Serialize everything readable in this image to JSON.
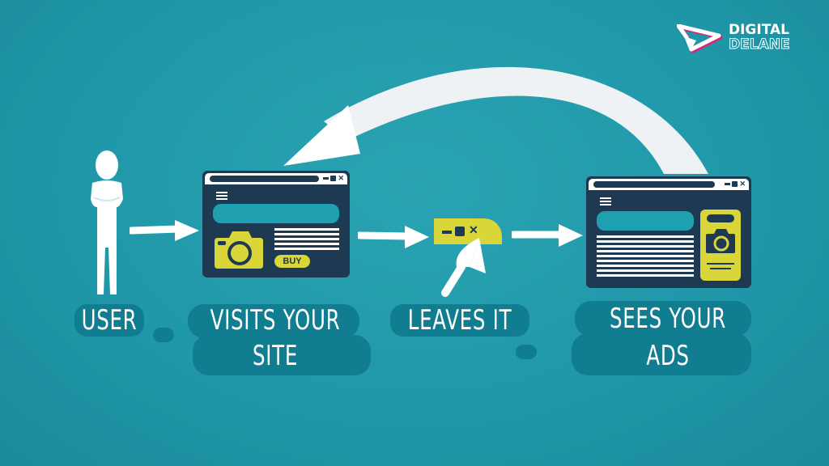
{
  "brand": {
    "line1": "DIGITAL",
    "line2": "DELANE",
    "logo_icon": "play-triangle-logo-icon"
  },
  "colors": {
    "background": "#1f97a8",
    "navy": "#1d3a52",
    "yellow": "#d9d63a",
    "label_bg": "#117d90",
    "white": "#ffffff"
  },
  "steps": [
    {
      "label_line1": "User",
      "label_line2": "",
      "icon": "person-icon"
    },
    {
      "label_line1": "Visits Your",
      "label_line2": "Site",
      "icon": "website-window-icon",
      "button": "BUY"
    },
    {
      "label_line1": "Leaves it",
      "label_line2": "",
      "icon": "close-window-cursor-icon"
    },
    {
      "label_line1": "Sees Your",
      "label_line2": "Ads",
      "icon": "website-with-ad-icon"
    }
  ],
  "flow": [
    "User",
    "Visits Your Site",
    "Leaves it",
    "Sees Your Ads",
    "Visits Your Site"
  ]
}
